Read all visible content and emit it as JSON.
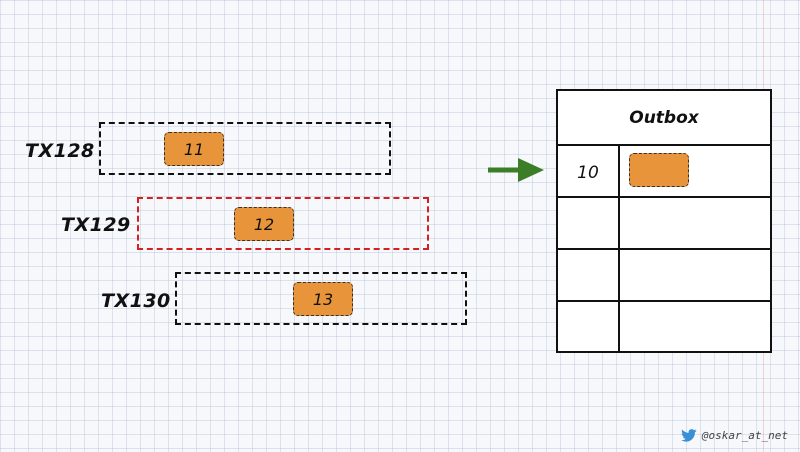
{
  "transactions": [
    {
      "label": "TX128",
      "value": "11",
      "highlighted": false
    },
    {
      "label": "TX129",
      "value": "12",
      "highlighted": true
    },
    {
      "label": "TX130",
      "value": "13",
      "highlighted": false
    }
  ],
  "outbox": {
    "title": "Outbox",
    "rows": [
      {
        "number": "10",
        "has_item": true
      },
      {
        "number": "",
        "has_item": false
      },
      {
        "number": "",
        "has_item": false
      },
      {
        "number": "",
        "has_item": false
      }
    ]
  },
  "credit": {
    "icon": "twitter-bird-icon",
    "handle": "@oskar_at_net"
  },
  "colors": {
    "item_fill": "#e8943a",
    "highlight_border": "#d42020",
    "arrow": "#3c7d28"
  }
}
